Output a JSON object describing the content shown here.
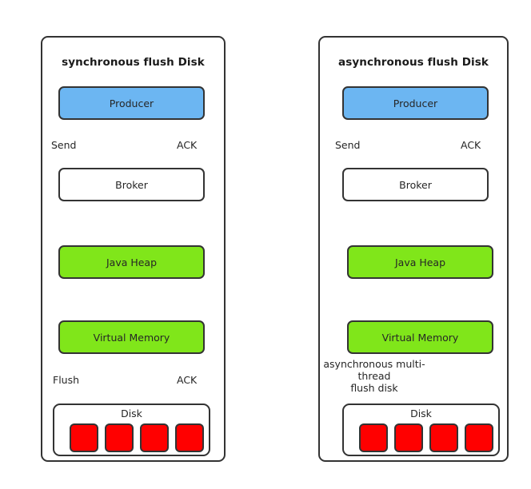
{
  "diagram": {
    "background_color": "#ffffff",
    "stroke_color": "#333333",
    "ack_arrow_color": "#0000ff",
    "flow_arrow_color": "#262626",
    "panels": [
      {
        "id": "synchronous",
        "title": "synchronous flush Disk",
        "nodes": [
          {
            "id": "producer",
            "label": "Producer",
            "fill": "#6cb6f2"
          },
          {
            "id": "broker",
            "label": "Broker",
            "fill": "#ffffff"
          },
          {
            "id": "java-heap",
            "label": "Java Heap",
            "fill": "#80e61a"
          },
          {
            "id": "virtual-memory",
            "label": "Virtual Memory",
            "fill": "#80e61a"
          },
          {
            "id": "disk",
            "label": "Disk",
            "fill": "#ffffff"
          }
        ],
        "disk_cells": [
          "#ff0000",
          "#ff0000",
          "#ff0000",
          "#ff0000"
        ],
        "edge_labels": [
          {
            "id": "send",
            "text": "Send"
          },
          {
            "id": "ack-top",
            "text": "ACK"
          },
          {
            "id": "flush",
            "text": "Flush"
          },
          {
            "id": "ack-bottom",
            "text": "ACK"
          }
        ]
      },
      {
        "id": "asynchronous",
        "title": "asynchronous flush Disk",
        "nodes": [
          {
            "id": "producer",
            "label": "Producer",
            "fill": "#6cb6f2"
          },
          {
            "id": "broker",
            "label": "Broker",
            "fill": "#ffffff"
          },
          {
            "id": "java-heap",
            "label": "Java Heap",
            "fill": "#80e61a"
          },
          {
            "id": "virtual-memory",
            "label": "Virtual Memory",
            "fill": "#80e61a"
          },
          {
            "id": "disk",
            "label": "Disk",
            "fill": "#ffffff"
          }
        ],
        "disk_cells": [
          "#ff0000",
          "#ff0000",
          "#ff0000",
          "#ff0000"
        ],
        "edge_labels": [
          {
            "id": "send",
            "text": "Send"
          },
          {
            "id": "ack-top",
            "text": "ACK"
          },
          {
            "id": "async-flush",
            "text": "asynchronous multi-\nthread\nflush disk"
          }
        ]
      }
    ]
  }
}
